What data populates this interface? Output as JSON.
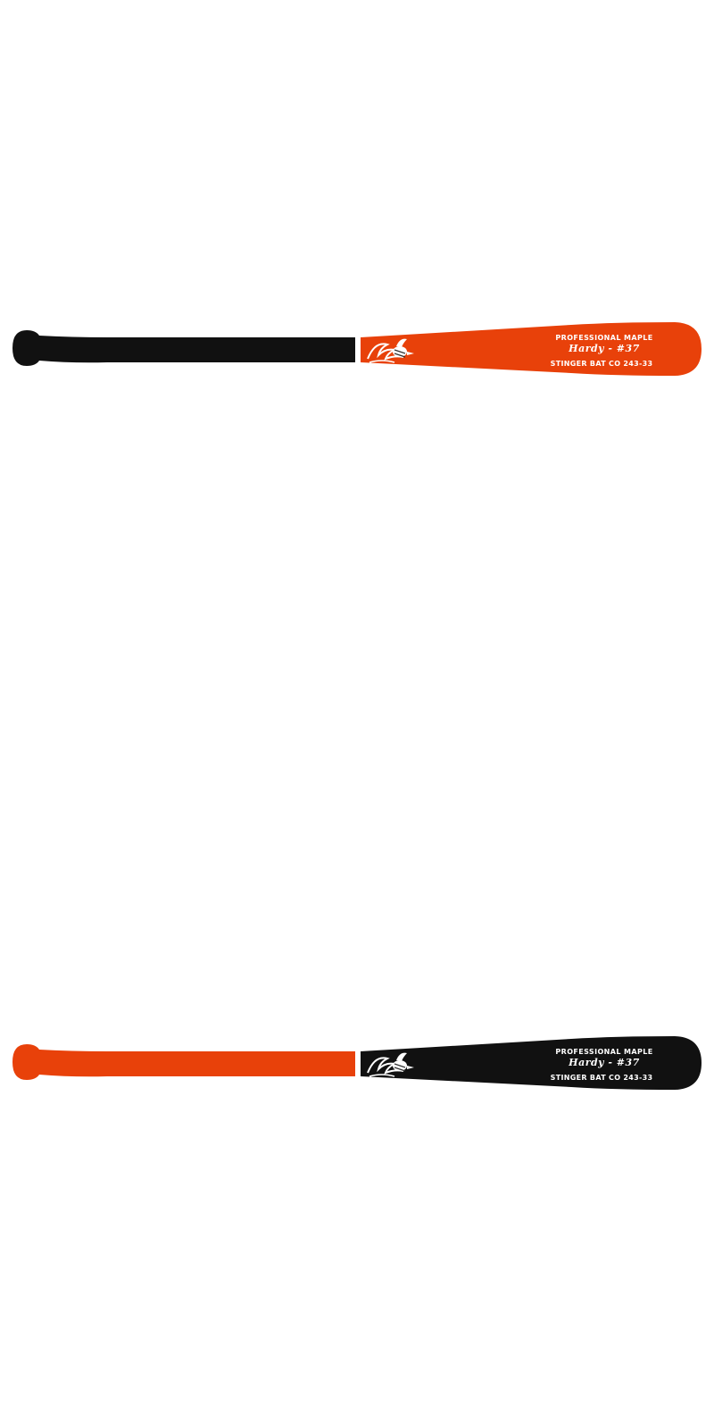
{
  "bats": [
    {
      "handle_color": "#111111",
      "barrel_color": "#E8410A",
      "model_text": "PROFESSIONAL MAPLE",
      "player_text": "Hardy - #37",
      "maker_text": "STINGER BAT CO 243-33",
      "logo_icon": "stinger-bee-logo"
    },
    {
      "handle_color": "#E8410A",
      "barrel_color": "#111111",
      "model_text": "PROFESSIONAL MAPLE",
      "player_text": "Hardy - #37",
      "maker_text": "STINGER BAT CO 243-33",
      "logo_icon": "stinger-bee-logo"
    }
  ]
}
